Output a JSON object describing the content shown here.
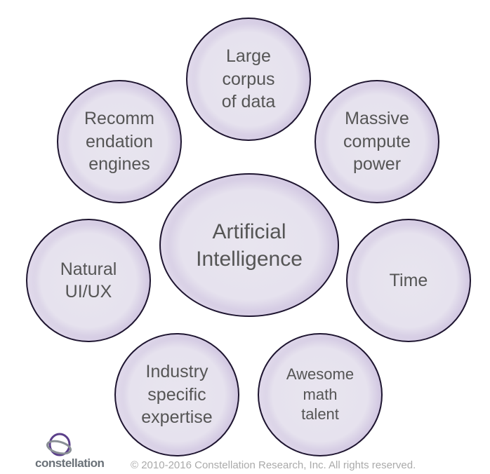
{
  "center": {
    "label": "Artificial\nIntelligence"
  },
  "nodes": [
    {
      "label": "Large\ncorpus\nof data"
    },
    {
      "label": "Massive\ncompute\npower"
    },
    {
      "label": "Time"
    },
    {
      "label": "Awesome\nmath\ntalent"
    },
    {
      "label": "Industry\nspecific\nexpertise"
    },
    {
      "label": "Natural\nUI/UX"
    },
    {
      "label": "Recomm\nendation\nengines"
    }
  ],
  "logo": {
    "text": "constellation"
  },
  "footer": {
    "copyright": "© 2010-2016 Constellation Research, Inc. All rights reserved."
  },
  "colors": {
    "bubble_edge": "#4b3476",
    "bubble_fill": "#e6e2ee",
    "text": "#555555"
  }
}
